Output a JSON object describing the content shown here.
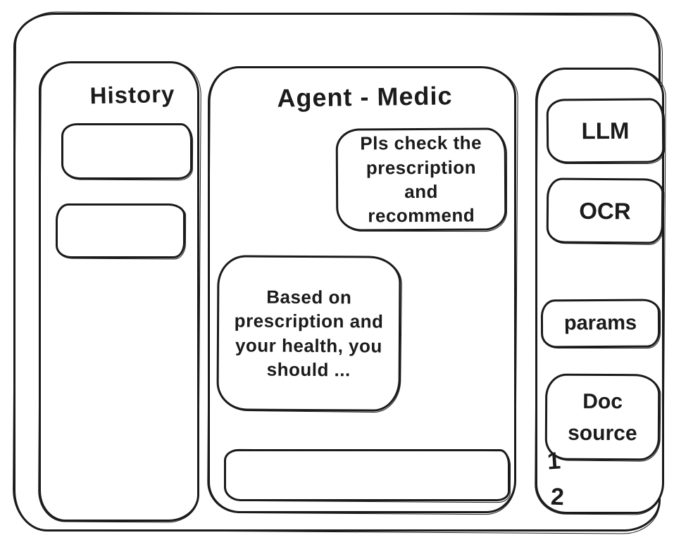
{
  "history_panel": {
    "title": "History",
    "items": [
      {
        "label": ""
      },
      {
        "label": ""
      }
    ]
  },
  "chat": {
    "title": "Agent - Medic",
    "messages": [
      {
        "role": "user",
        "text": "Pls check the prescription and recommend"
      },
      {
        "role": "assistant",
        "text": "Based on prescription and your health, you should ..."
      }
    ],
    "input_value": ""
  },
  "tools_panel": {
    "llm_label": "LLM",
    "ocr_label": "OCR",
    "params_label": "params",
    "doc_source_label": "Doc source",
    "markers": [
      "1",
      "2"
    ]
  },
  "colors": {
    "stroke": "#1b1b1b",
    "background": "#ffffff"
  }
}
